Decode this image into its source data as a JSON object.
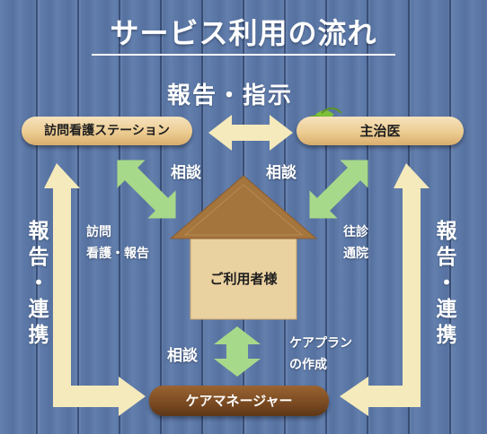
{
  "title": "サービス利用の流れ",
  "top_label": "報告・指示",
  "nodes": {
    "station": "訪問看護ステーション",
    "doctor": "主治医",
    "user": "ご利用者様",
    "care_manager": "ケアマネージャー"
  },
  "labels": {
    "consult_left": "相談",
    "consult_right": "相談",
    "consult_bottom": "相談",
    "visit_line1": "訪問",
    "visit_line2": "看護・報告",
    "outpatient_line1": "往診",
    "outpatient_line2": "通院",
    "careplan_line1": "ケアプラン",
    "careplan_line2": "の作成",
    "left_vertical": [
      "報",
      "告",
      "・",
      "連",
      "携"
    ],
    "right_vertical": [
      "報",
      "告",
      "・",
      "連",
      "携"
    ]
  },
  "colors": {
    "background": "#5b78a8",
    "arrow_green": "#a7d98a",
    "arrow_cream": "#f5eabb",
    "plank_light": "#eccc92",
    "plank_dark": "#7b4b22",
    "house_wall": "#ead1a0",
    "house_roof": "#a5753e"
  }
}
